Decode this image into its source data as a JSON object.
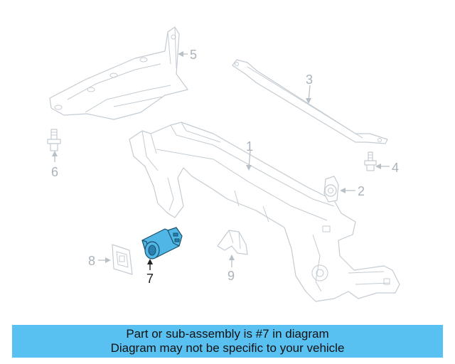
{
  "callouts": {
    "c1": "1",
    "c2": "2",
    "c3": "3",
    "c4": "4",
    "c5": "5",
    "c6": "6",
    "c7": "7",
    "c8": "8",
    "c9": "9"
  },
  "highlight": {
    "part": "7",
    "color": "#4fb6e6"
  },
  "banner": {
    "line1": "Part or sub-assembly is #7 in diagram",
    "line2": "Diagram may not be specific to your vehicle",
    "color": "#59c1f2"
  }
}
